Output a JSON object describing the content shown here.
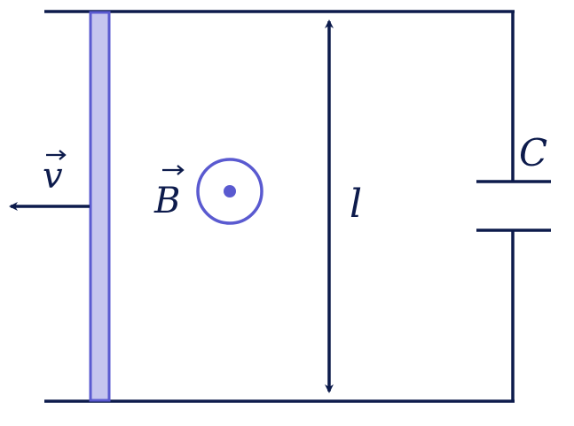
{
  "labels": {
    "velocity": "v",
    "field": "B",
    "length": "l",
    "capacitor": "C"
  },
  "colors": {
    "wire": "#0d1b4c",
    "rod_fill": "#c5c5ef",
    "rod_stroke": "#5a5ad0",
    "field_symbol": "#5a5ad0"
  },
  "icons": {
    "field_symbol": "out-of-page-dot-icon",
    "velocity_arrow": "arrow-left-icon",
    "length_arrow": "double-arrow-vertical-icon",
    "capacitor": "capacitor-icon"
  }
}
